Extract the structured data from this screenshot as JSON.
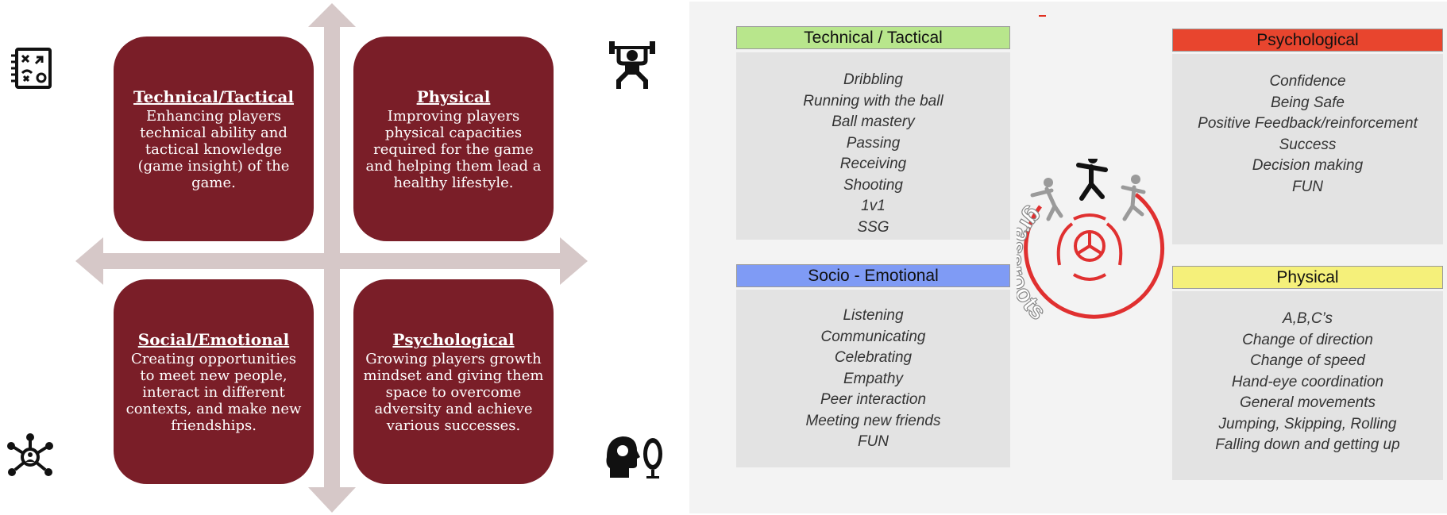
{
  "quadrants": {
    "top_left": {
      "title": "Technical/Tactical",
      "description": "Enhancing players technical ability and tactical knowledge (game insight) of the game."
    },
    "top_right": {
      "title": "Physical",
      "description": "Improving players physical capacities required for the game and helping them lead a healthy lifestyle."
    },
    "bottom_left": {
      "title": "Social/Emotional",
      "description": "Creating opportunities to meet new people, interact in different contexts, and make new friendships."
    },
    "bottom_right": {
      "title": "Psychological",
      "description": "Growing players growth mindset and giving them space to overcome adversity and achieve various successes."
    }
  },
  "icons": {
    "top_left": "tactics-board-icon",
    "top_right": "weightlifter-icon",
    "bottom_left": "social-network-icon",
    "bottom_right": "head-mirror-icon"
  },
  "colors": {
    "quadrant_box": "#7a1e28",
    "arrow": "#d6c8c8",
    "technical_header": "#b8e68c",
    "psychological_header": "#e8452e",
    "socio_header": "#7f9bf5",
    "physical_header": "#f5f07a",
    "logo_red": "#e03030"
  },
  "grassroots": {
    "logo_text": "grassroots",
    "technical": {
      "title": "Technical / Tactical",
      "items": [
        "Dribbling",
        "Running with the ball",
        "Ball mastery",
        "Passing",
        "Receiving",
        "Shooting",
        "1v1",
        "SSG"
      ]
    },
    "psychological": {
      "title": "Psychological",
      "items": [
        "Confidence",
        "Being Safe",
        "Positive Feedback/reinforcement",
        "Success",
        "Decision making",
        "FUN"
      ]
    },
    "socio": {
      "title": "Socio - Emotional",
      "items": [
        "Listening",
        "Communicating",
        "Celebrating",
        "Empathy",
        "Peer interaction",
        "Meeting new friends",
        "FUN"
      ]
    },
    "physical": {
      "title": "Physical",
      "items": [
        "A,B,C’s",
        "Change of direction",
        "Change of speed",
        "Hand-eye coordination",
        "General movements",
        "Jumping, Skipping, Rolling",
        "Falling down and getting up"
      ]
    }
  }
}
